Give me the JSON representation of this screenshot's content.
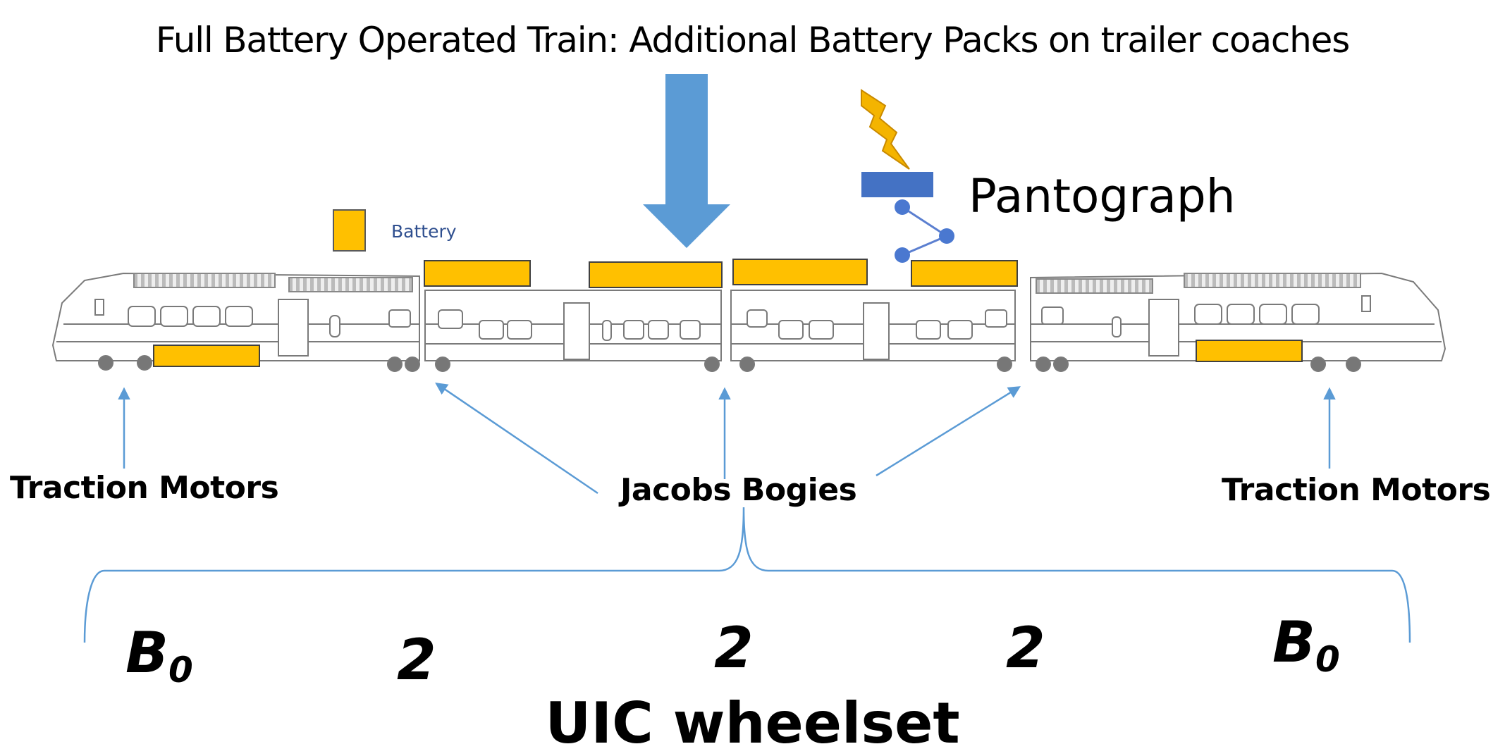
{
  "title": "Full Battery Operated Train: Additional Battery Packs on trailer coaches",
  "pantograph": {
    "label": "Pantograph",
    "icon": "lightning-bolt-icon"
  },
  "battery_legend": {
    "label": "Battery",
    "color": "#ffc000"
  },
  "labels": {
    "traction_motors_left": "Traction Motors",
    "traction_motors_right": "Traction Motors",
    "jacobs_bogies": "Jacobs Bogies"
  },
  "wheelset": {
    "items": [
      {
        "main": "B",
        "sub": "0"
      },
      {
        "main": "2",
        "sub": ""
      },
      {
        "main": "2",
        "sub": ""
      },
      {
        "main": "2",
        "sub": ""
      },
      {
        "main": "B",
        "sub": "0"
      }
    ],
    "caption": "UIC wheelset"
  },
  "colors": {
    "arrow": "#5b9bd5",
    "battery": "#ffc000",
    "pantograph": "#4472c4",
    "bolt": "#f4b400",
    "train_line": "#7a7a7a"
  }
}
